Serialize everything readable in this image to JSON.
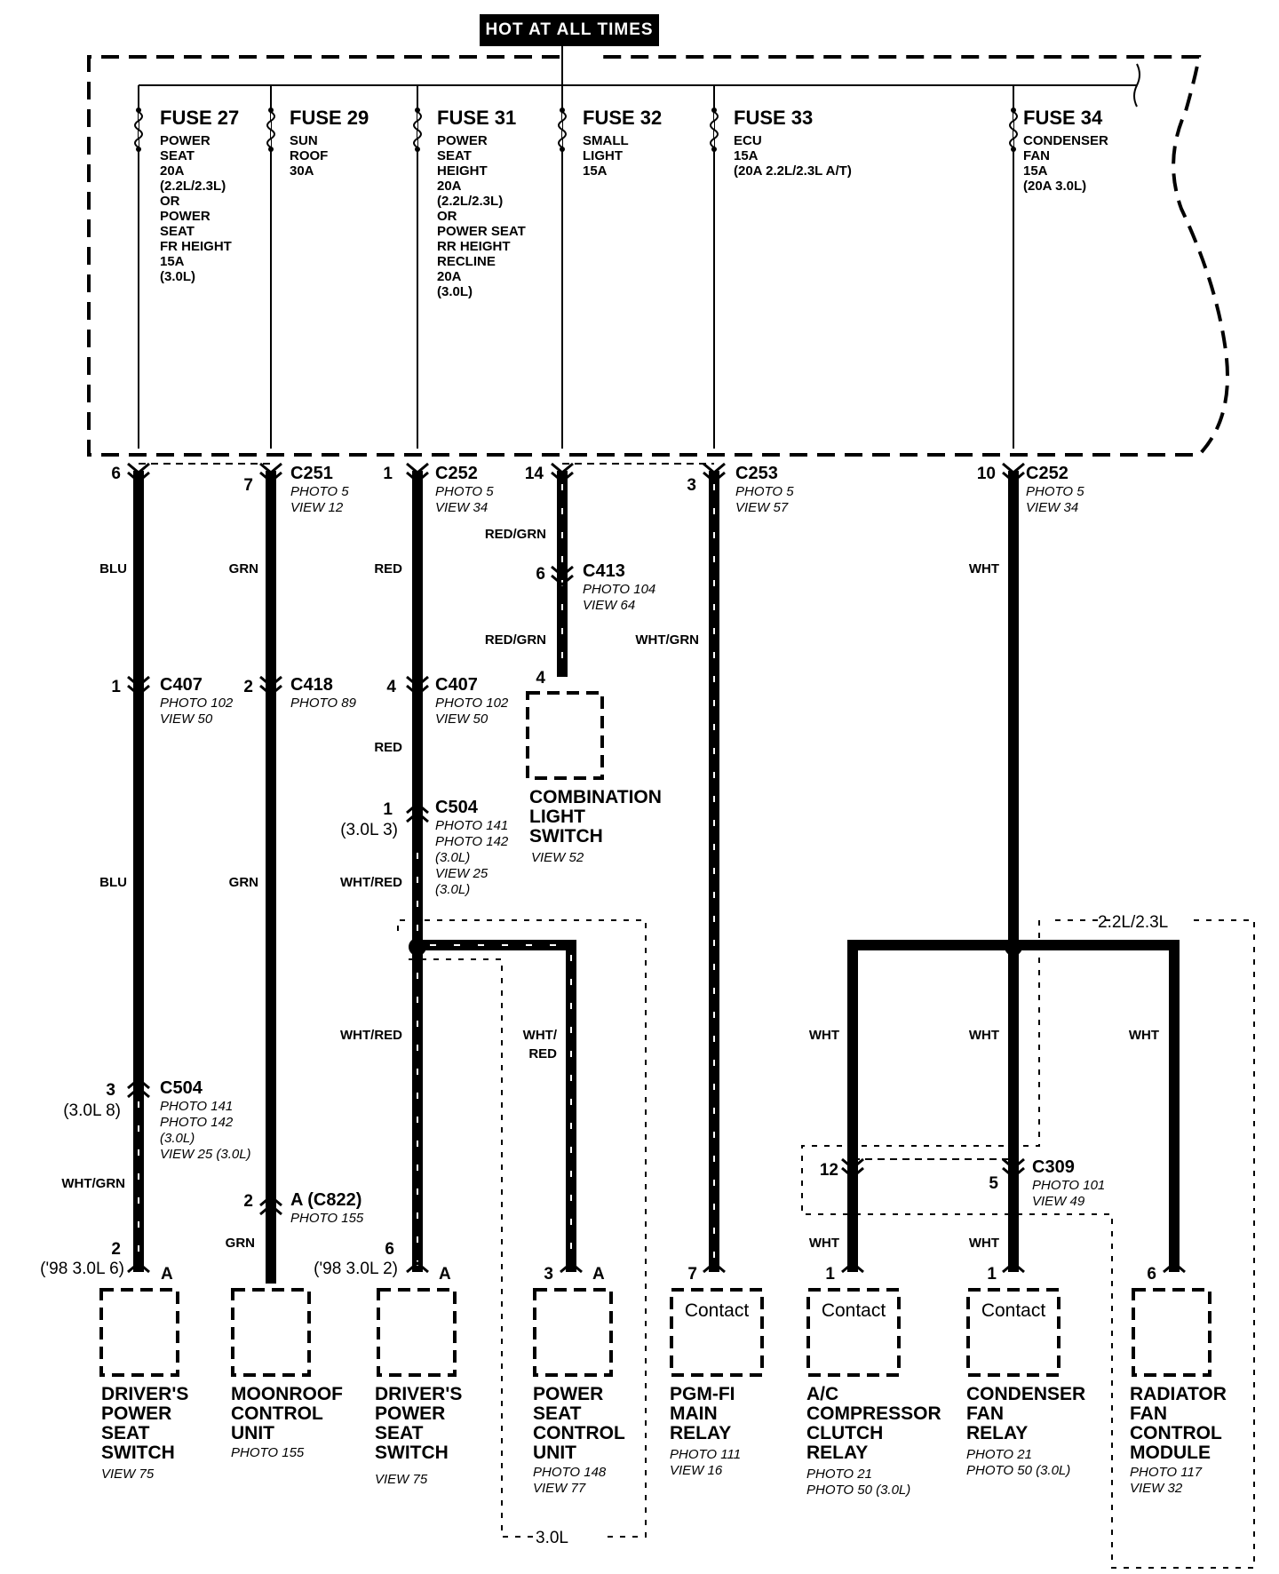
{
  "header": {
    "hot_label": "HOT AT ALL TIMES"
  },
  "fuses": [
    {
      "name": "FUSE 27",
      "desc": [
        "POWER",
        "SEAT",
        "20A",
        "(2.2L/2.3L)",
        "OR",
        "POWER",
        "SEAT",
        "FR HEIGHT",
        "15A",
        "(3.0L)"
      ]
    },
    {
      "name": "FUSE 29",
      "desc": [
        "SUN",
        "ROOF",
        "30A"
      ]
    },
    {
      "name": "FUSE 31",
      "desc": [
        "POWER",
        "SEAT",
        "HEIGHT",
        "20A",
        "(2.2L/2.3L)",
        "OR",
        "POWER SEAT",
        "RR HEIGHT",
        "RECLINE",
        "20A",
        "(3.0L)"
      ]
    },
    {
      "name": "FUSE 32",
      "desc": [
        "SMALL",
        "LIGHT",
        "15A"
      ]
    },
    {
      "name": "FUSE 33",
      "desc": [
        "ECU",
        "15A",
        "(20A 2.2L/2.3L A/T)"
      ]
    },
    {
      "name": "FUSE 34",
      "desc": [
        "CONDENSER",
        "FAN",
        "15A",
        "(20A 3.0L)"
      ]
    }
  ],
  "connectors": {
    "c251": {
      "name": "C251",
      "info": [
        "PHOTO 5",
        "VIEW 12"
      ]
    },
    "c252a": {
      "name": "C252",
      "info": [
        "PHOTO 5",
        "VIEW 34"
      ]
    },
    "c253": {
      "name": "C253",
      "info": [
        "PHOTO 5",
        "VIEW 57"
      ]
    },
    "c252b": {
      "name": "C252",
      "info": [
        "PHOTO 5",
        "VIEW 34"
      ]
    },
    "c413": {
      "name": "C413",
      "info": [
        "PHOTO 104",
        "VIEW 64"
      ]
    },
    "c407a": {
      "name": "C407",
      "info": [
        "PHOTO 102",
        "VIEW 50"
      ]
    },
    "c418": {
      "name": "C418",
      "info": [
        "PHOTO 89"
      ]
    },
    "c407b": {
      "name": "C407",
      "info": [
        "PHOTO 102",
        "VIEW 50"
      ]
    },
    "c504a": {
      "name": "C504",
      "info": [
        "PHOTO 141",
        "PHOTO 142",
        "(3.0L)",
        "VIEW 25",
        "(3.0L)"
      ]
    },
    "c504b": {
      "name": "C504",
      "info": [
        "PHOTO 141",
        "PHOTO 142",
        "(3.0L)",
        "VIEW 25 (3.0L)"
      ]
    },
    "c822": {
      "name": "A (C822)",
      "info": [
        "PHOTO 155"
      ]
    },
    "c309": {
      "name": "C309",
      "info": [
        "PHOTO 101",
        "VIEW 49"
      ]
    }
  },
  "pins": {
    "p6": "6",
    "p7": "7",
    "p1": "1",
    "p14": "14",
    "p3": "3",
    "p10": "10",
    "p6b": "6",
    "p4": "4",
    "p1a": "1",
    "p2a": "2",
    "p4a": "4",
    "p1b": "1",
    "p1b_alt": "(3.0L 3)",
    "p3b": "3",
    "p3b_alt": "(3.0L 8)",
    "p2c": "2",
    "p12": "12",
    "p5": "5",
    "p2d": "2",
    "p2d_alt": "('98 3.0L 6)",
    "p6d": "6",
    "p6d_alt": "('98 3.0L 2)",
    "p3d": "3",
    "p7d": "7",
    "p1e": "1",
    "p1f": "1",
    "p6e": "6",
    "a1": "A",
    "a2": "A",
    "a3": "A"
  },
  "wires": {
    "blu1": "BLU",
    "grn1": "GRN",
    "red1": "RED",
    "redgrn1": "RED/GRN",
    "wht1": "WHT",
    "redgrn2": "RED/GRN",
    "whtgrn1": "WHT/GRN",
    "red2": "RED",
    "blu2": "BLU",
    "grn2": "GRN",
    "whtred1": "WHT/RED",
    "whtred2": "WHT/RED",
    "whtred3a": "WHT/",
    "whtred3b": "RED",
    "wht2": "WHT",
    "wht3": "WHT",
    "wht4": "WHT",
    "whtgrn2": "WHT/GRN",
    "grn3": "GRN",
    "wht5": "WHT",
    "wht6": "WHT"
  },
  "components": [
    {
      "name": [
        "COMBINATION",
        "LIGHT",
        "SWITCH"
      ],
      "info": [
        "VIEW 52"
      ]
    },
    {
      "name": [
        "DRIVER'S",
        "POWER",
        "SEAT",
        "SWITCH"
      ],
      "info": [
        "VIEW 75"
      ]
    },
    {
      "name": [
        "MOONROOF",
        "CONTROL",
        "UNIT"
      ],
      "info": [
        "PHOTO 155"
      ]
    },
    {
      "name": [
        "DRIVER'S",
        "POWER",
        "SEAT",
        "SWITCH"
      ],
      "info": [
        "VIEW 75"
      ]
    },
    {
      "name": [
        "POWER",
        "SEAT",
        "CONTROL",
        "UNIT"
      ],
      "info": [
        "PHOTO 148",
        "VIEW 77"
      ]
    },
    {
      "name": [
        "PGM-FI",
        "MAIN",
        "RELAY"
      ],
      "info": [
        "PHOTO 111",
        "VIEW 16"
      ]
    },
    {
      "name": [
        "A/C",
        "COMPRESSOR",
        "CLUTCH",
        "RELAY"
      ],
      "info": [
        "PHOTO 21",
        "PHOTO 50 (3.0L)"
      ]
    },
    {
      "name": [
        "CONDENSER",
        "FAN",
        "RELAY"
      ],
      "info": [
        "PHOTO 21",
        "PHOTO 50 (3.0L)"
      ]
    },
    {
      "name": [
        "RADIATOR",
        "FAN",
        "CONTROL",
        "MODULE"
      ],
      "info": [
        "PHOTO 117",
        "VIEW 32"
      ]
    }
  ],
  "contact_label": "Contact",
  "regions": {
    "engine_a": "2.2L/2.3L",
    "engine_b": "3.0L"
  }
}
